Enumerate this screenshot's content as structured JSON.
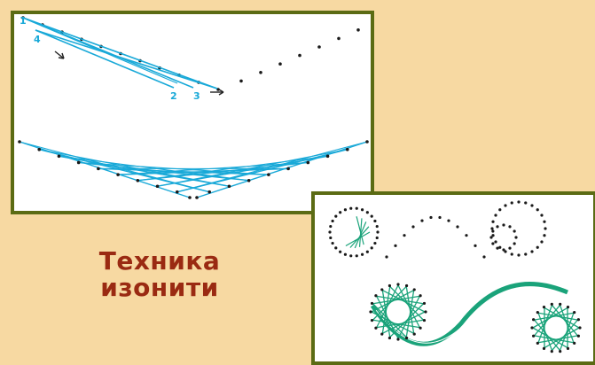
{
  "title": {
    "line1": "Техника",
    "line2": "изонити"
  },
  "step_labels": [
    "1",
    "4",
    "2",
    "3"
  ],
  "colors": {
    "background": "#f7d9a2",
    "frame": "#5b6b14",
    "thread_top": "#19a9d8",
    "thread_bottom": "#1aa37a",
    "dots": "#1a1a1a",
    "title": "#9a2a12"
  }
}
